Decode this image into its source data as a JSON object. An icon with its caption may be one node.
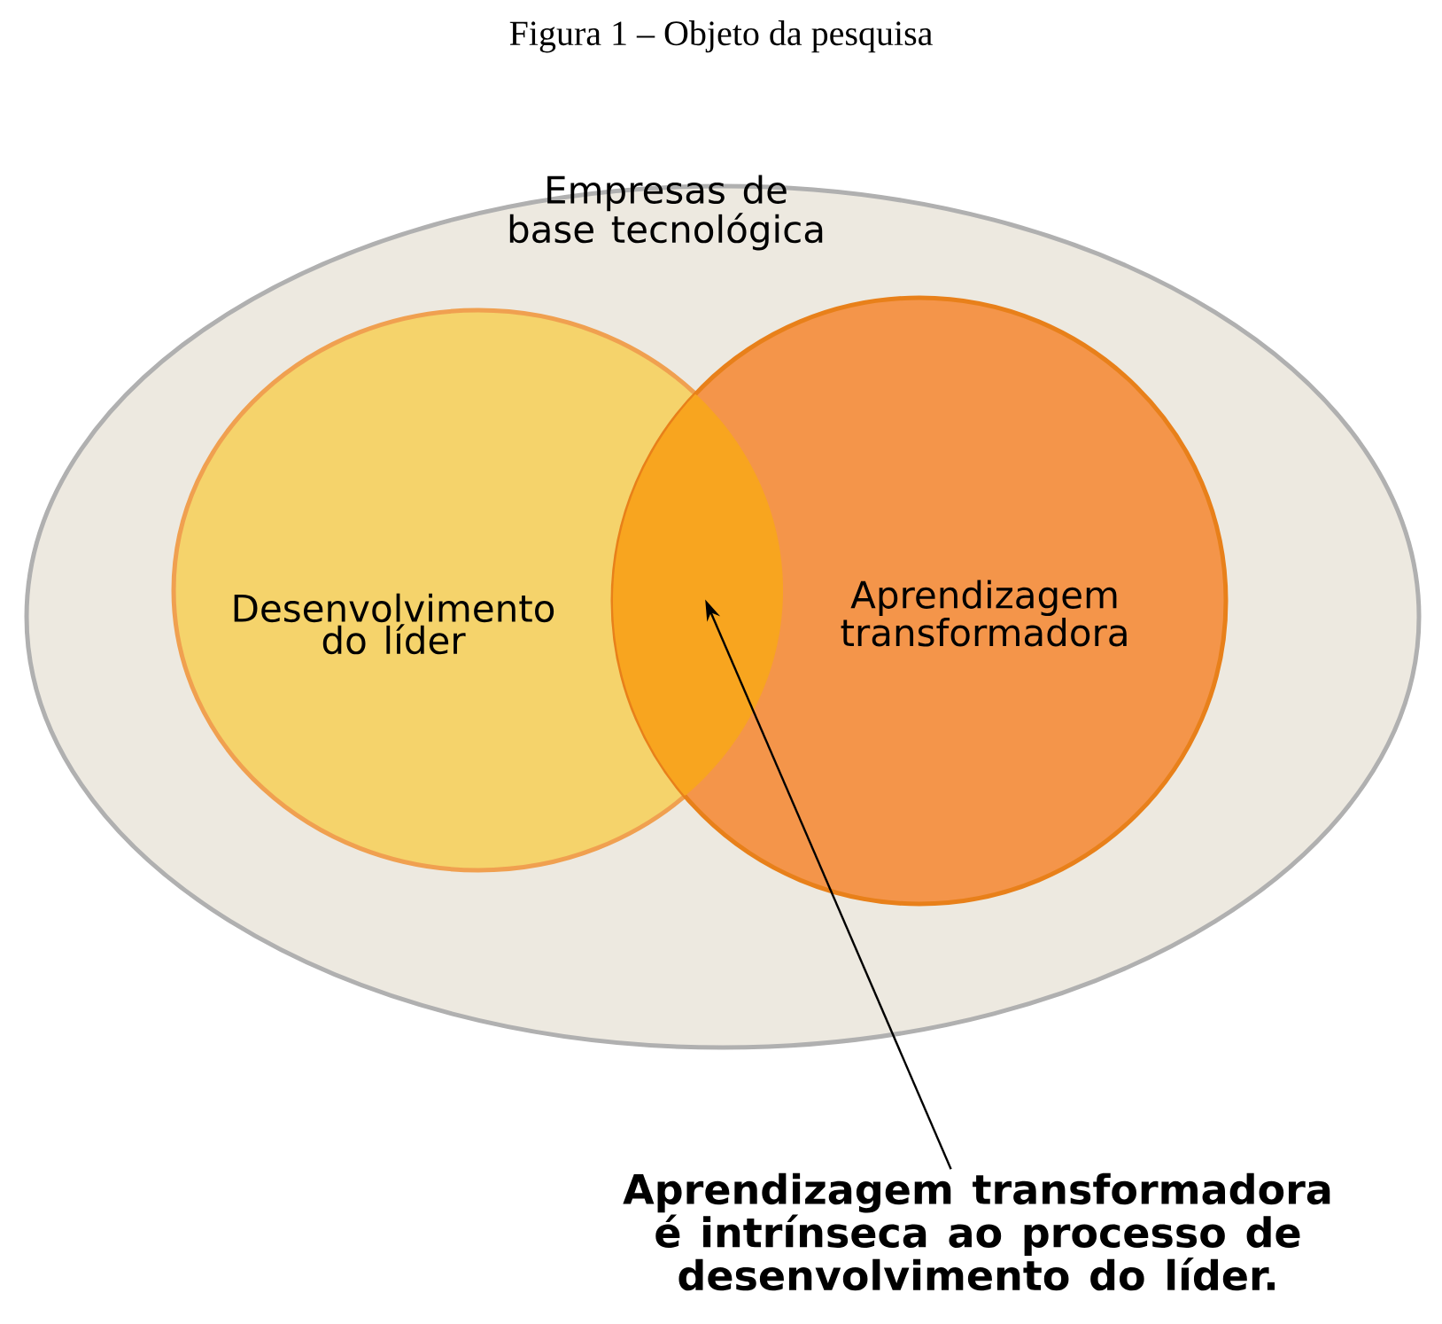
{
  "diagram": {
    "title": "Figura 1 – Objeto da pesquisa",
    "nodes": [
      {
        "text": [
          "Empresas de base tecnológica"
        ]
      },
      {
        "text": [
          "Desenvolvimento do líder"
        ],
        "in": 0
      },
      {
        "text": [
          "Aprendizagem transformadora"
        ],
        "in": 0
      },
      {
        "text": [
          "Aprendizagem transformadora é intrínseca ao processo de desenvolvimento do líder."
        ]
      },
      {
        "text": [],
        "shape": "lens"
      }
    ],
    "edges": [
      {
        "from": 3,
        "to": 4,
        "arrow": "to"
      }
    ]
  }
}
